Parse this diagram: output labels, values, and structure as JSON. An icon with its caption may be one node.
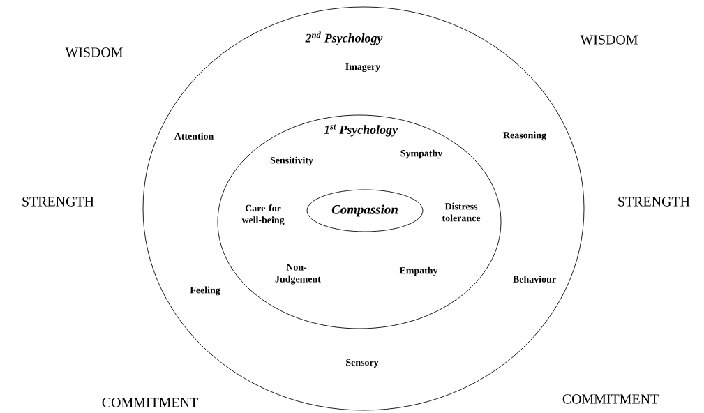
{
  "diagram": {
    "nodes": [
      {
        "text": [
          "2$^{nd}$ Psychology"
        ]
      },
      {
        "text": [
          "1$^{st}$ Psychology"
        ],
        "in": 0
      },
      {
        "text": [
          "Compassion"
        ],
        "in": 1
      }
    ],
    "labels": [
      "WISDOM",
      "WISDOM",
      "Imagery",
      "Attention",
      "Reasoning",
      "Sensitivity",
      "Sympathy",
      "STRENGTH",
      "STRENGTH",
      "Care for well-being",
      "Distress tolerance",
      "Non-Judgement",
      "Empathy",
      "Behaviour",
      "Feeling",
      "Sensory",
      "COMMITMENT",
      "COMMITMENT"
    ]
  }
}
